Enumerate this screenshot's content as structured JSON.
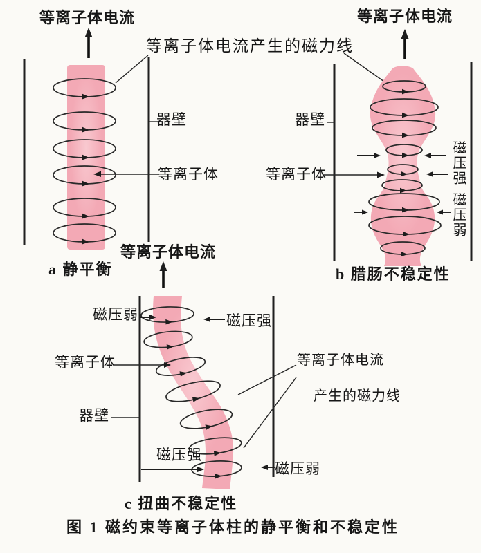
{
  "colors": {
    "plasma": "#f3a9b5",
    "plasma_light": "#f9c9d0",
    "ink": "#1f1f1f",
    "paper": "#fbfaf6"
  },
  "figure_caption": "图 1  磁约束等离子体柱的静平衡和不稳定性",
  "shared": {
    "field_lines_top_label": "等离子体电流产生的磁力线"
  },
  "panel_a": {
    "caption": "a 静平衡",
    "current_label": "等离子体电流",
    "wall_label": "器壁",
    "plasma_label": "等离子体"
  },
  "panel_b": {
    "caption": "b 腊肠不稳定性",
    "current_label": "等离子体电流",
    "wall_label": "器壁",
    "plasma_label": "等离子体",
    "pressure_strong_label": "磁压强",
    "pressure_weak_label": "磁压弱"
  },
  "panel_c": {
    "caption": "c 扭曲不稳定性",
    "current_label": "等离子体电流",
    "wall_label": "器壁",
    "plasma_label": "等离子体",
    "pressure_weak_top_label": "磁压弱",
    "pressure_strong_top_label": "磁压强",
    "pressure_strong_bottom_label": "磁压强",
    "pressure_weak_bottom_label": "磁压弱",
    "field_lines_label_line1": "等离子体电流",
    "field_lines_label_line2": "产生的磁力线"
  }
}
